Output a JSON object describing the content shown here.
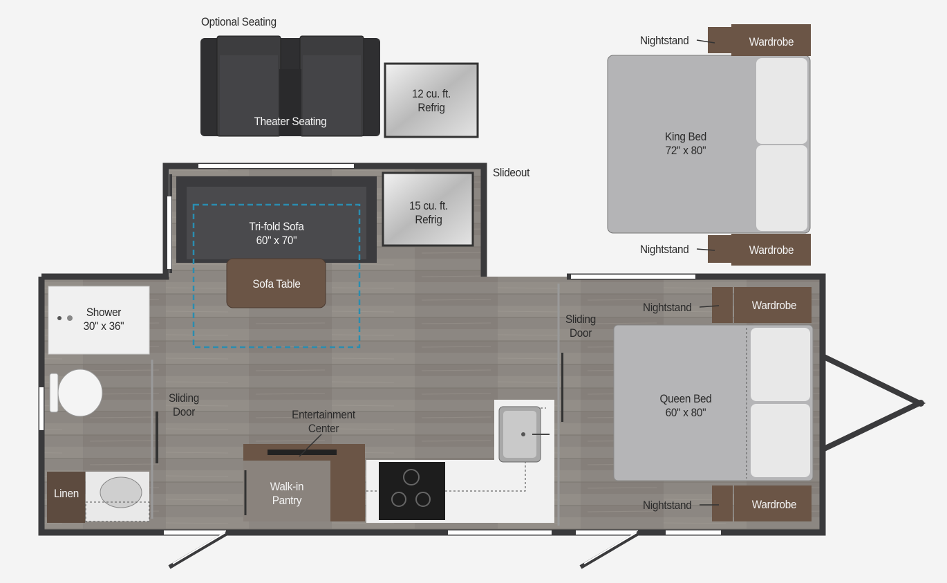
{
  "labels": {
    "optional_seating": "Optional Seating",
    "theater_seating": "Theater Seating",
    "refrig_12": "12 cu. ft.\nRefrig",
    "refrig_15": "15 cu. ft.\nRefrig",
    "slideout": "Slideout",
    "trifold_sofa": "Tri-fold Sofa\n60\" x 70\"",
    "sofa_table": "Sofa Table",
    "shower": "Shower\n30\" x 36\"",
    "sliding_door_left": "Sliding\nDoor",
    "sliding_door_right": "Sliding\nDoor",
    "entertainment_center": "Entertainment\nCenter",
    "walkin_pantry": "Walk-in\nPantry",
    "linen": "Linen",
    "king_bed": "King Bed\n72\" x 80\"",
    "queen_bed": "Queen Bed\n60\" x 80\"",
    "nightstand": "Nightstand",
    "wardrobe": "Wardrobe"
  },
  "colors": {
    "wall": "#3a3a3c",
    "floor": "#8f8a84",
    "furniture_dark": "#3c3c3e",
    "wood": "#6b5546",
    "bed": "#b4b4b6",
    "pillow": "#e6e6e6",
    "accent_dashed": "#2a8db0"
  }
}
